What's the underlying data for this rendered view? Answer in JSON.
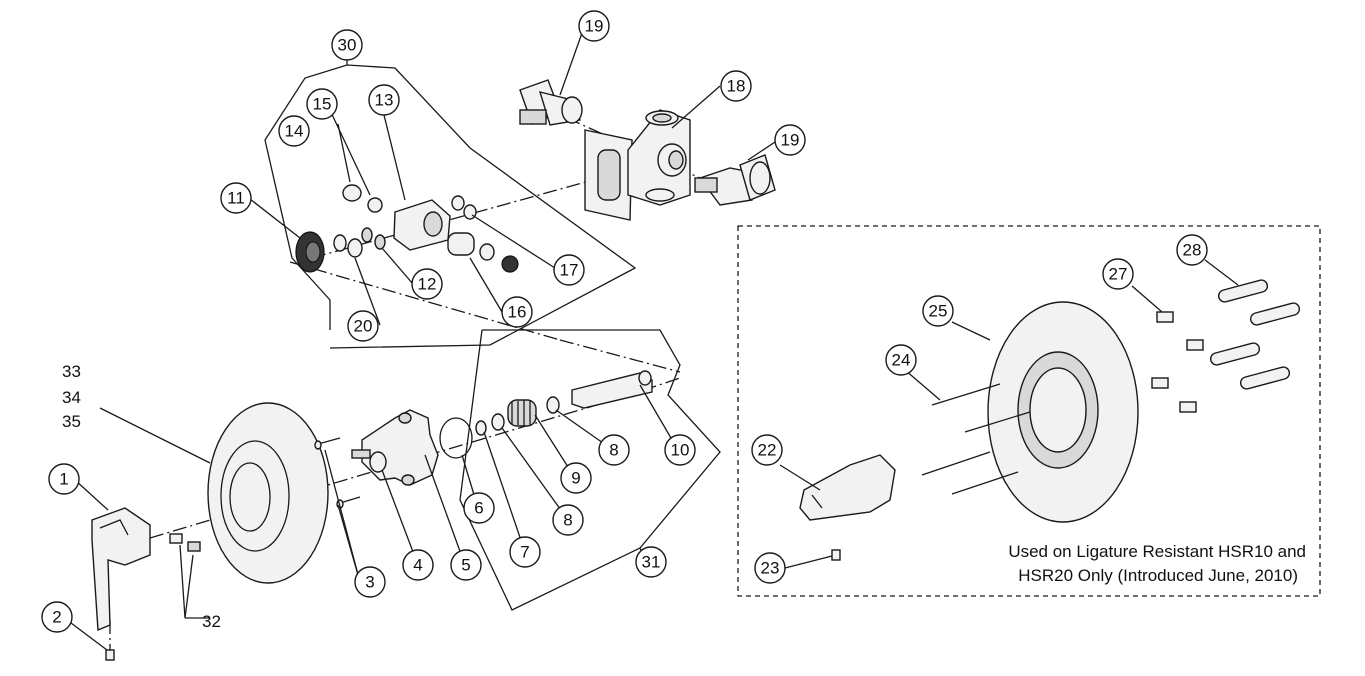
{
  "callouts": [
    {
      "id": "1",
      "text": "1"
    },
    {
      "id": "2",
      "text": "2"
    },
    {
      "id": "3",
      "text": "3"
    },
    {
      "id": "4",
      "text": "4"
    },
    {
      "id": "5",
      "text": "5"
    },
    {
      "id": "6",
      "text": "6"
    },
    {
      "id": "7",
      "text": "7"
    },
    {
      "id": "8a",
      "text": "8"
    },
    {
      "id": "8b",
      "text": "8"
    },
    {
      "id": "9",
      "text": "9"
    },
    {
      "id": "10",
      "text": "10"
    },
    {
      "id": "11",
      "text": "11"
    },
    {
      "id": "12",
      "text": "12"
    },
    {
      "id": "13",
      "text": "13"
    },
    {
      "id": "14",
      "text": "14"
    },
    {
      "id": "15",
      "text": "15"
    },
    {
      "id": "16",
      "text": "16"
    },
    {
      "id": "17",
      "text": "17"
    },
    {
      "id": "18",
      "text": "18"
    },
    {
      "id": "19a",
      "text": "19"
    },
    {
      "id": "19b",
      "text": "19"
    },
    {
      "id": "20",
      "text": "20"
    },
    {
      "id": "22",
      "text": "22"
    },
    {
      "id": "23",
      "text": "23"
    },
    {
      "id": "24",
      "text": "24"
    },
    {
      "id": "25",
      "text": "25"
    },
    {
      "id": "27",
      "text": "27"
    },
    {
      "id": "28",
      "text": "28"
    },
    {
      "id": "30",
      "text": "30"
    },
    {
      "id": "31",
      "text": "31"
    }
  ],
  "plain_labels": {
    "l33": "33",
    "l34": "34",
    "l35": "35",
    "l32": "32"
  },
  "inset_note": {
    "line1": "Used on Ligature Resistant HSR10 and",
    "line2": "HSR20 Only (Introduced June, 2010)"
  }
}
